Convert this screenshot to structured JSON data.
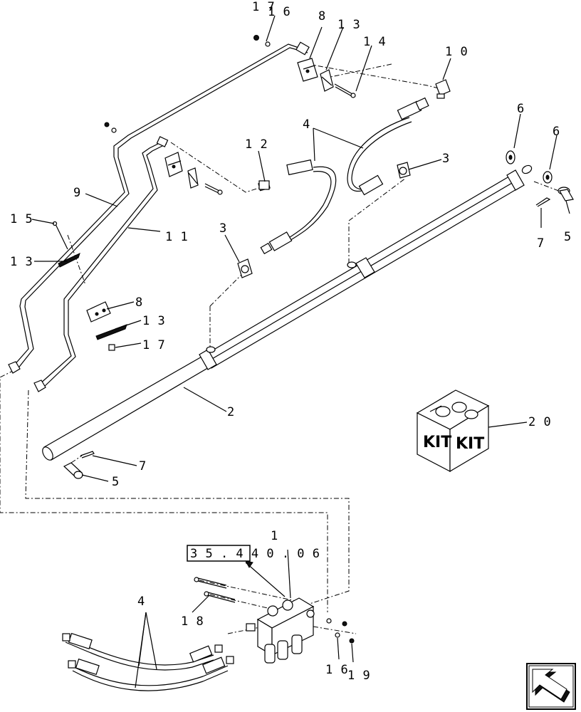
{
  "callouts": {
    "n17a": "1 7",
    "n16a": "1 6",
    "n8a": "8",
    "n13a": "1 3",
    "n14": "1 4",
    "n10": "1 0",
    "n4a": "4",
    "n12": "1 2",
    "n3a": "3",
    "n6a": "6",
    "n6b": "6",
    "n9": "9",
    "n15": "1 5",
    "n11": "1 1",
    "n3b": "3",
    "n13b": "1 3",
    "n7a": "7",
    "n5a": "5",
    "n8b": "8",
    "n13c": "1 3",
    "n17b": "1 7",
    "n2": "2",
    "n20": "2 0",
    "n7b": "7",
    "n5b": "5",
    "n1": "1",
    "n18": "1 8",
    "n4b": "4",
    "n16b": "1 6",
    "n19": "1 9"
  },
  "reference_box": "3 5 . 4 4 0 . 0 6",
  "kit": {
    "label_left": "KIT",
    "label_right": "KIT"
  }
}
